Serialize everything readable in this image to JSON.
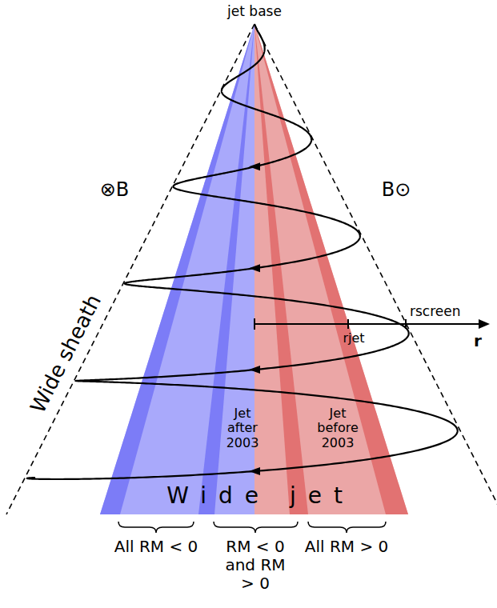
{
  "diagram": {
    "labels": [
      "jet base",
      "⊗B",
      "B⊙",
      "rscreen",
      "r",
      "rjet",
      "Wide sheath",
      "Jet after 2003",
      "Jet before 2003",
      "Wide jet",
      "All RM < 0",
      "RM < 0 and RM > 0",
      "All RM > 0"
    ]
  }
}
